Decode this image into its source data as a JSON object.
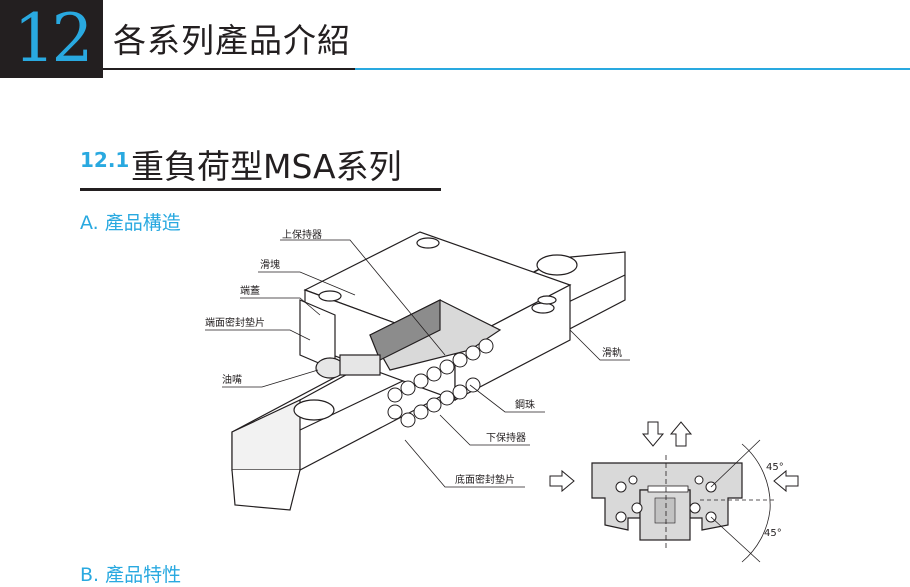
{
  "chapter": {
    "number": "12",
    "title": "各系列產品介紹"
  },
  "section": {
    "number": "12.1",
    "title": "重負荷型MSA系列"
  },
  "subsections": {
    "a": "A. 產品構造",
    "b": "B. 產品特性"
  },
  "labels": {
    "upper_retainer": "上保持器",
    "block": "滑塊",
    "end_cap": "端蓋",
    "end_seal": "端面密封墊片",
    "grease_nipple": "油嘴",
    "rail": "滑軌",
    "steel_ball": "鋼珠",
    "lower_retainer": "下保持器",
    "bottom_seal": "底面密封墊片"
  },
  "angles": {
    "upper": "45°",
    "lower": "45°"
  },
  "colors": {
    "accent": "#29a9e0",
    "dark": "#231f20",
    "section_fill": "#d9d9d9"
  }
}
